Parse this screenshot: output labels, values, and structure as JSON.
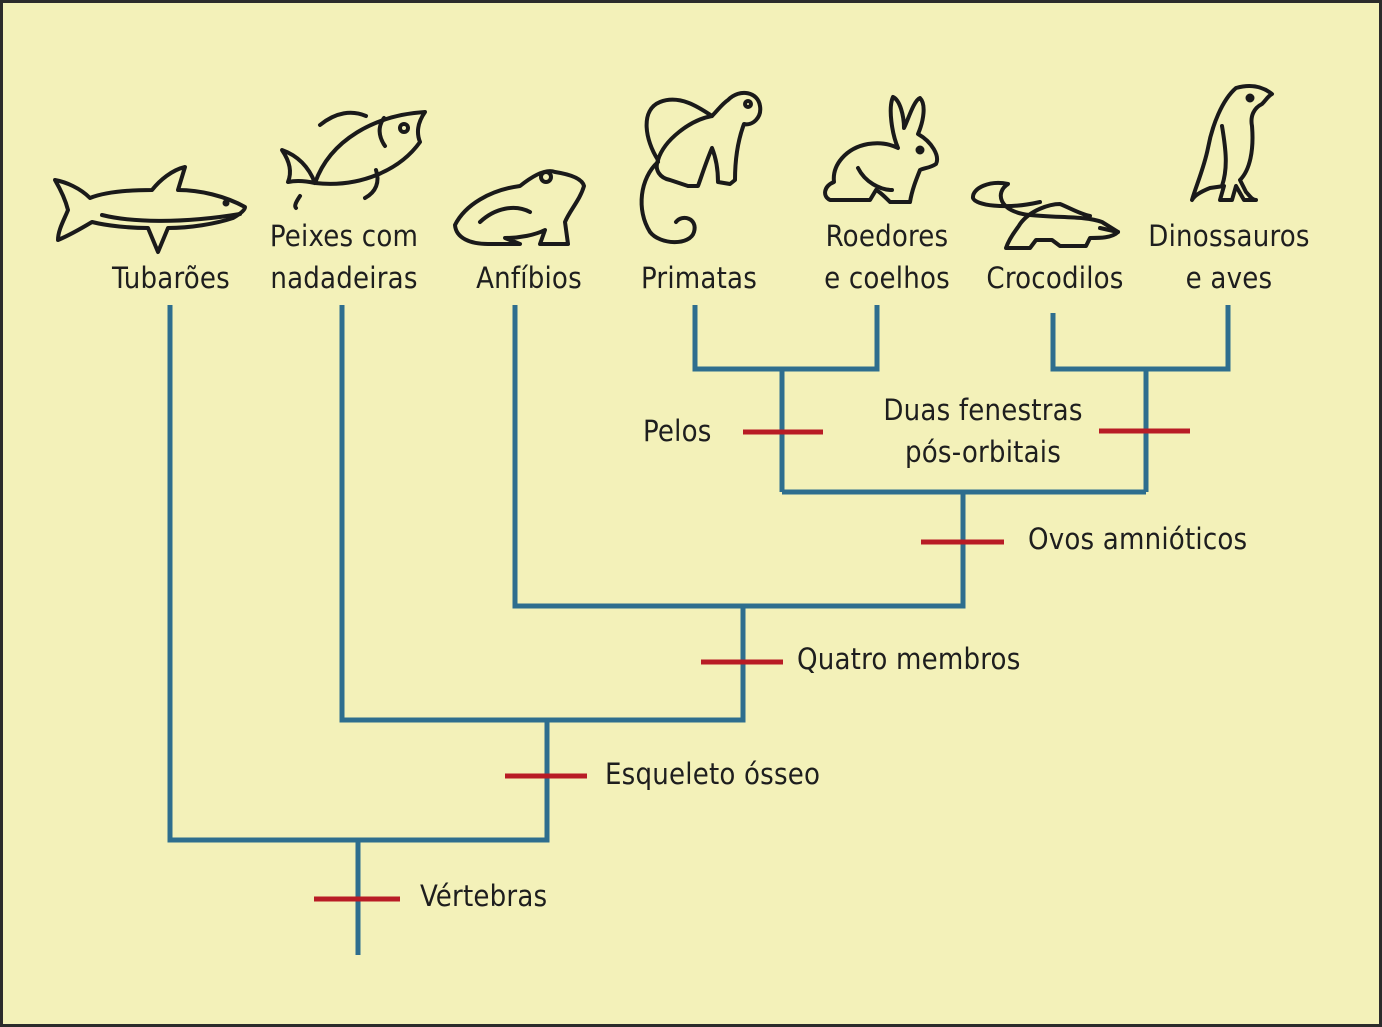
{
  "colors": {
    "background": "#f3f1b9",
    "branch": "#2e6e8e",
    "trait_mark": "#b81c25",
    "text": "#1e1e1e"
  },
  "taxa": [
    {
      "lines": [
        "Tubarões"
      ],
      "icon": "shark-icon"
    },
    {
      "lines": [
        "Peixes com",
        "nadadeiras"
      ],
      "icon": "fish-icon"
    },
    {
      "lines": [
        "Anfíbios"
      ],
      "icon": "frog-icon"
    },
    {
      "lines": [
        "Primatas"
      ],
      "icon": "monkey-icon"
    },
    {
      "lines": [
        "Roedores",
        "e coelhos"
      ],
      "icon": "rabbit-icon"
    },
    {
      "lines": [
        "Crocodilos"
      ],
      "icon": "crocodile-icon"
    },
    {
      "lines": [
        "Dinossauros",
        "e aves"
      ],
      "icon": "eagle-icon"
    }
  ],
  "traits": [
    {
      "lines": [
        "Vértebras"
      ]
    },
    {
      "lines": [
        "Esqueleto ósseo"
      ]
    },
    {
      "lines": [
        "Quatro membros"
      ]
    },
    {
      "lines": [
        "Ovos amnióticos"
      ]
    },
    {
      "lines": [
        "Pelos"
      ]
    },
    {
      "lines": [
        "Duas fenestras",
        "pós-orbitais"
      ]
    }
  ]
}
